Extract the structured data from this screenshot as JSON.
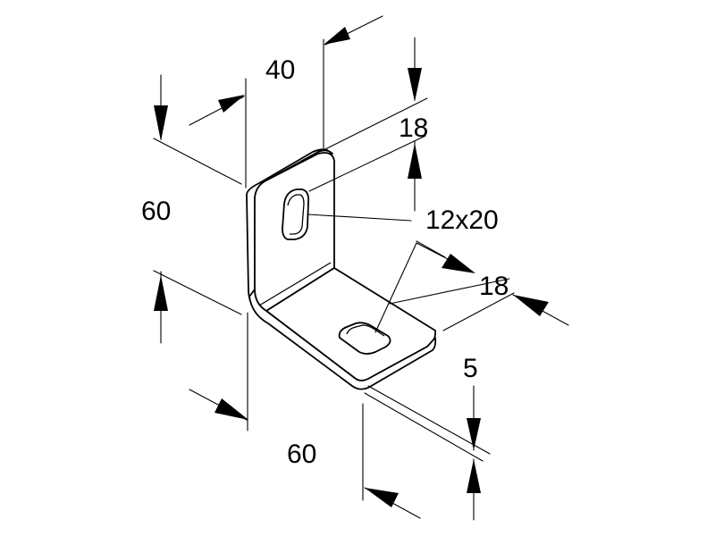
{
  "dimensions": {
    "width_top": "40",
    "slot_offset_vertical": "18",
    "slot_size": "12x20",
    "slot_offset_horizontal": "18",
    "height": "60",
    "thickness": "5",
    "base_length": "60"
  }
}
